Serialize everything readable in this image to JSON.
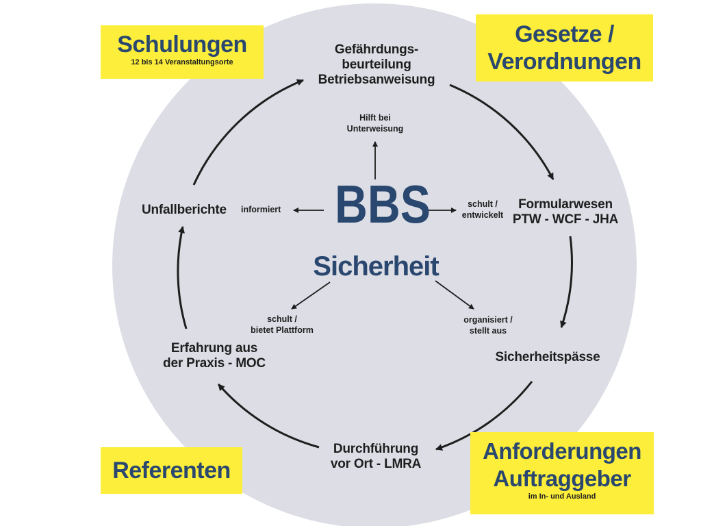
{
  "center": {
    "title": "BBS",
    "subtitle": "Sicherheit"
  },
  "cycle_nodes": {
    "top": "Gefährdungs-\nbeurteilung\nBetriebsanweisung",
    "right_top": "Formularwesen\nPTW - WCF - JHA",
    "right_bottom": "Sicherheitspässe",
    "bottom": "Durchführung\nvor Ort - LMRA",
    "left_bottom": "Erfahrung aus\nder Praxis - MOC",
    "left_top": "Unfallberichte"
  },
  "center_links": {
    "up": "Hilft bei\nUnterweisung",
    "right": "schult /\nentwickelt",
    "left": "informiert",
    "down_left": "schult /\nbietet Plattform",
    "down_right": "organisiert /\nstellt aus"
  },
  "corner_boxes": {
    "top_left": {
      "title": "Schulungen",
      "sub": "12 bis 14 Veranstaltungsorte"
    },
    "top_right": {
      "title": "Gesetze /\nVerordnungen"
    },
    "bottom_left": {
      "title": "Referenten"
    },
    "bottom_right": {
      "title": "Anforderungen\nAuftraggeber",
      "sub": "im In- und Ausland"
    }
  },
  "colors": {
    "circle": "#dcdde5",
    "accent_text": "#29476f",
    "box": "#fcee3a",
    "arrow": "#1e1e1e"
  }
}
